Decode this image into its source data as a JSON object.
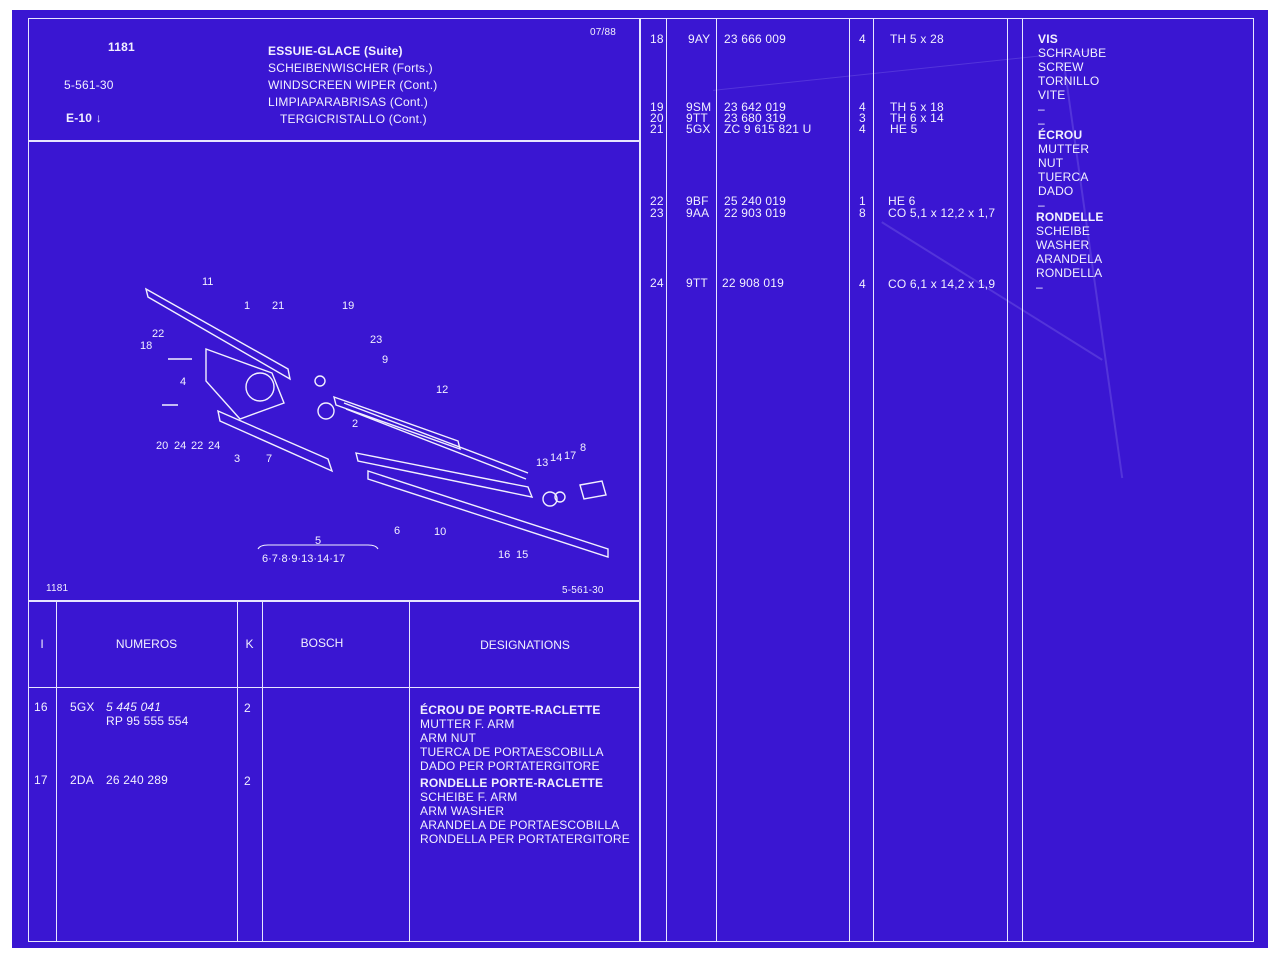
{
  "header": {
    "page_number": "1181",
    "date": "07/88",
    "ref_code": "5-561-30",
    "section_code": "E-10",
    "titles": [
      "ESSUIE-GLACE (Suite)",
      "SCHEIBENWISCHER (Forts.)",
      "WINDSCREEN WIPER (Cont.)",
      "LIMPIAPARABRISAS (Cont.)",
      "TERGICRISTALLO (Cont.)"
    ]
  },
  "diagram": {
    "footer_left": "1181",
    "footer_right": "5-561-30",
    "callouts": [
      "11",
      "1",
      "21",
      "19",
      "22",
      "18",
      "23",
      "9",
      "4",
      "12",
      "2",
      "20",
      "24",
      "22",
      "24",
      "3",
      "7",
      "13",
      "14",
      "17",
      "8",
      "6",
      "10",
      "16",
      "15"
    ],
    "assembly_number": "5",
    "assembly_parts": "6·7·8·9·13·14·17"
  },
  "lower_table": {
    "headers": {
      "index": "I",
      "numbers": "NUMEROS",
      "k": "K",
      "bosch": "BOSCH",
      "designations": "DESIGNATIONS"
    },
    "rows": [
      {
        "index": "16",
        "code": "5GX",
        "numbers": [
          "5 445 041",
          "RP 95 555 554"
        ],
        "k": "2",
        "designations": [
          "ÉCROU DE PORTE-RACLETTE",
          "MUTTER F. ARM",
          "ARM NUT",
          "TUERCA DE PORTAESCOBILLA",
          "DADO PER PORTATERGITORE"
        ]
      },
      {
        "index": "17",
        "code": "2DA",
        "numbers": [
          "26 240 289"
        ],
        "k": "2",
        "designations": [
          "RONDELLE PORTE-RACLETTE",
          "SCHEIBE F. ARM",
          "ARM WASHER",
          "ARANDELA DE PORTAESCOBILLA",
          "RONDELLA PER PORTATERGITORE"
        ]
      }
    ]
  },
  "right_table": {
    "groups": [
      {
        "rows": [
          {
            "index": "18",
            "code": "9AY",
            "number": "23 666 009",
            "qty": "4",
            "spec": "TH   5 x 28"
          }
        ]
      },
      {
        "rows": [
          {
            "index": "19",
            "code": "9SM",
            "number": "23 642 019",
            "qty": "4",
            "spec": "TH   5 x 18"
          },
          {
            "index": "20",
            "code": "9TT",
            "number": "23 680 319",
            "qty": "3",
            "spec": "TH   6 x 14"
          },
          {
            "index": "21",
            "code": "5GX",
            "number": "ZC 9 615 821 U",
            "qty": "4",
            "spec": "HE 5"
          }
        ]
      },
      {
        "rows": [
          {
            "index": "22",
            "code": "9BF",
            "number": "25 240 019",
            "qty": "1",
            "spec": "HE 6"
          },
          {
            "index": "23",
            "code": "9AA",
            "number": "22 903 019",
            "qty": "8",
            "spec": "CO 5,1 x 12,2 x 1,7"
          }
        ]
      },
      {
        "rows": [
          {
            "index": "24",
            "code": "9TT",
            "number": "22 908 019",
            "qty": "4",
            "spec": "CO 6,1 x 14,2 x 1,9"
          }
        ]
      }
    ],
    "designations": [
      {
        "title": "VIS",
        "lines": [
          "SCHRAUBE",
          "SCREW",
          "TORNILLO",
          "VITE",
          "–",
          "–"
        ]
      },
      {
        "title": "ÉCROU",
        "lines": [
          "MUTTER",
          "NUT",
          "TUERCA",
          "DADO",
          "–"
        ]
      },
      {
        "title": "RONDELLE",
        "lines": [
          "SCHEIBE",
          "WASHER",
          "ARANDELA",
          "RONDELLA",
          "–"
        ]
      }
    ]
  },
  "colors": {
    "background": "#3a16d2",
    "ink": "#f2f0ff"
  }
}
